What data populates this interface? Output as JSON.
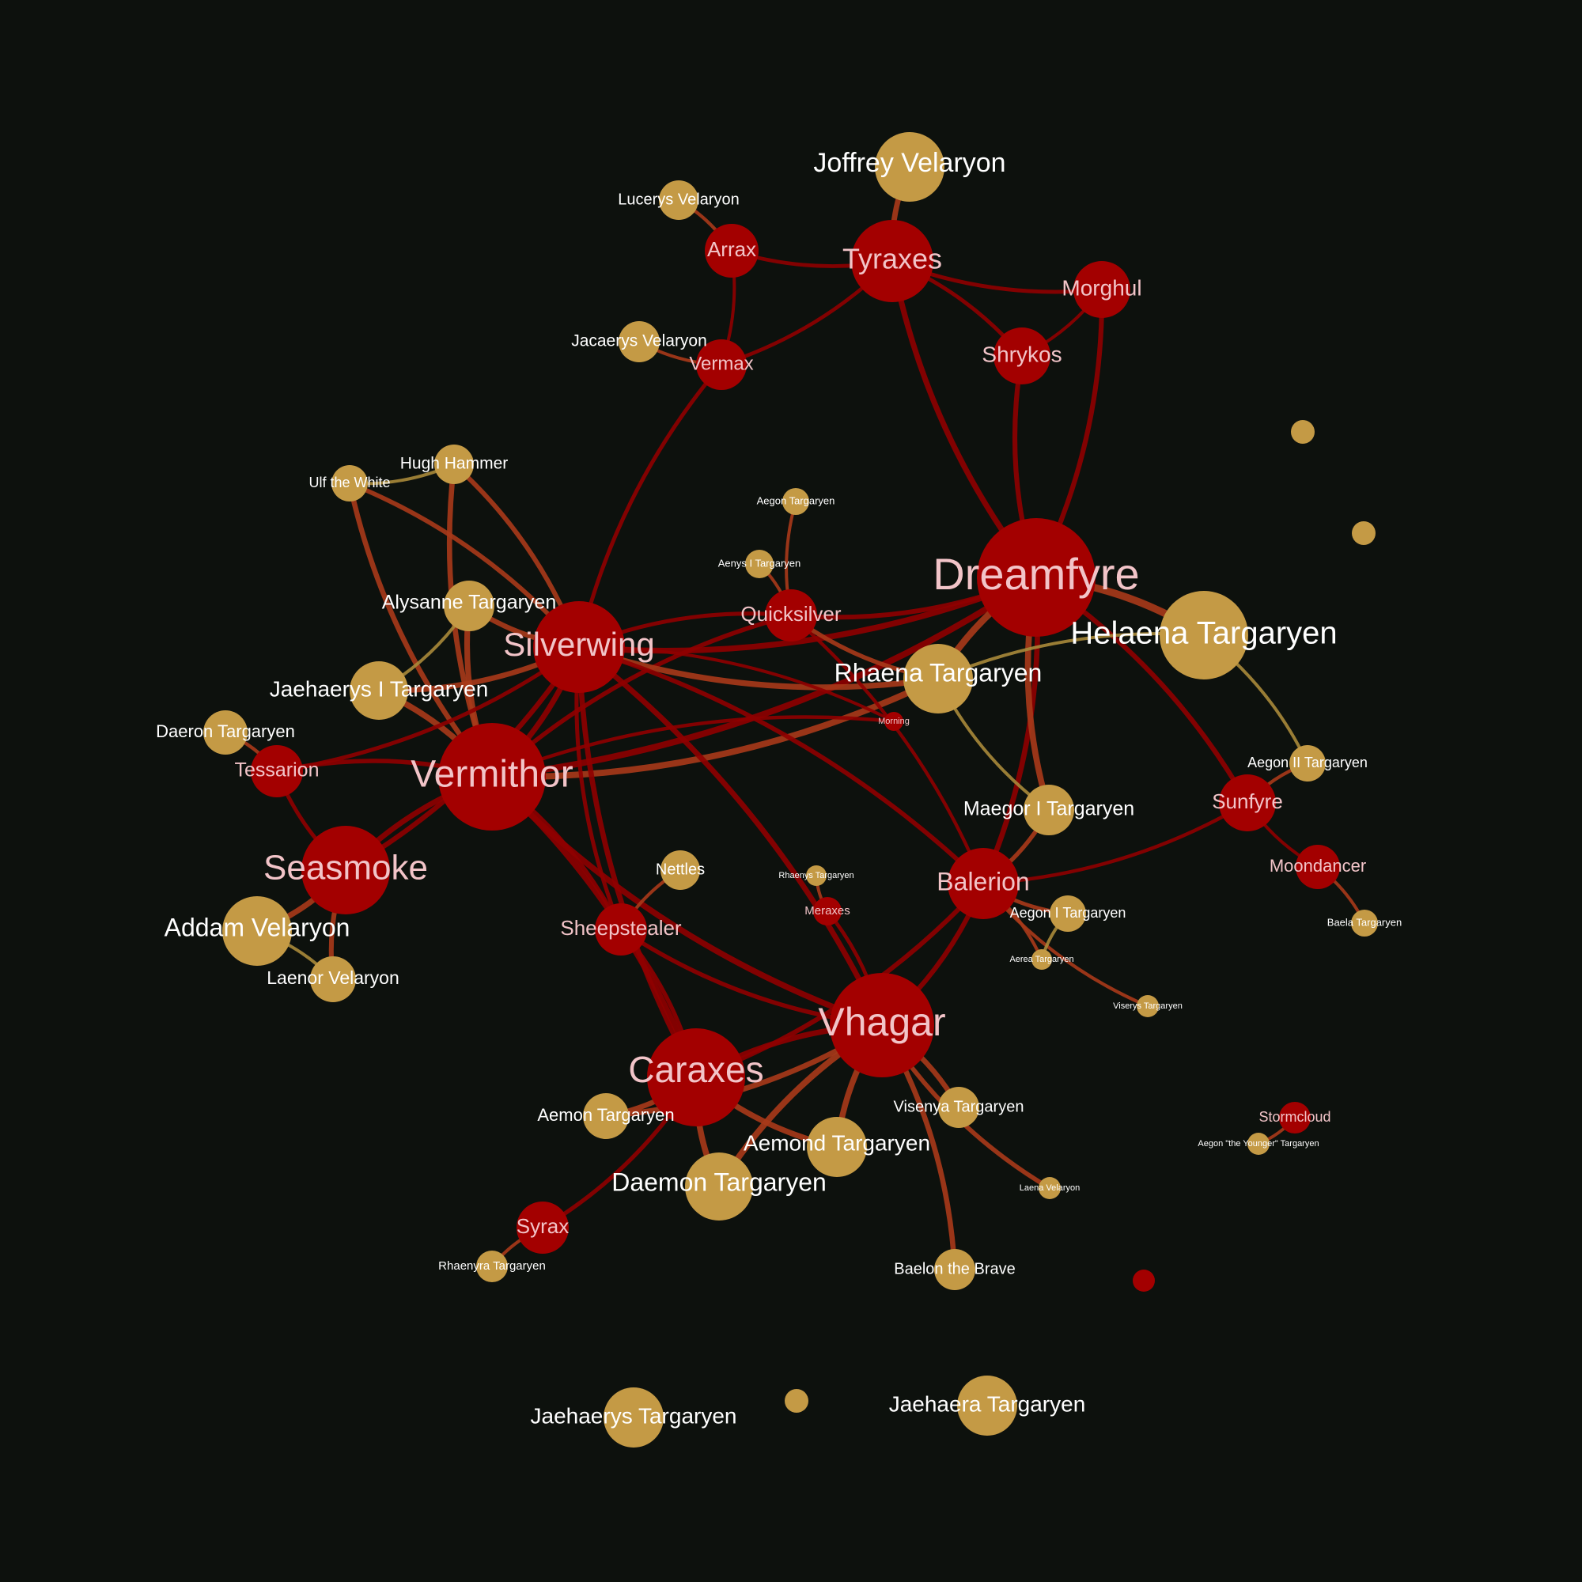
{
  "colors": {
    "background": "#0d110d",
    "dragon": "#a30000",
    "rider": "#c49a45",
    "edge_dragon_dragon": "#8f0000",
    "edge_dragon_rider": "#a83a1a",
    "edge_rider_rider": "#a88a3a",
    "label_dragon": "#f2c4c8",
    "label_rider": "#ffffff"
  },
  "nodes": [
    {
      "id": "dreamfyre",
      "label": "Dreamfyre",
      "type": "dragon"
    },
    {
      "id": "vermithor",
      "label": "Vermithor",
      "type": "dragon"
    },
    {
      "id": "vhagar",
      "label": "Vhagar",
      "type": "dragon"
    },
    {
      "id": "caraxes",
      "label": "Caraxes",
      "type": "dragon"
    },
    {
      "id": "seasmoke",
      "label": "Seasmoke",
      "type": "dragon"
    },
    {
      "id": "silverwing",
      "label": "Silverwing",
      "type": "dragon"
    },
    {
      "id": "tyraxes",
      "label": "Tyraxes",
      "type": "dragon"
    },
    {
      "id": "balerion",
      "label": "Balerion",
      "type": "dragon"
    },
    {
      "id": "quicksilver",
      "label": "Quicksilver",
      "type": "dragon"
    },
    {
      "id": "morghul",
      "label": "Morghul",
      "type": "dragon"
    },
    {
      "id": "shrykos",
      "label": "Shrykos",
      "type": "dragon"
    },
    {
      "id": "arrax",
      "label": "Arrax",
      "type": "dragon"
    },
    {
      "id": "vermax",
      "label": "Vermax",
      "type": "dragon"
    },
    {
      "id": "tessarion",
      "label": "Tessarion",
      "type": "dragon"
    },
    {
      "id": "sheepstealer",
      "label": "Sheepstealer",
      "type": "dragon"
    },
    {
      "id": "sunfyre",
      "label": "Sunfyre",
      "type": "dragon"
    },
    {
      "id": "moondancer",
      "label": "Moondancer",
      "type": "dragon"
    },
    {
      "id": "syrax",
      "label": "Syrax",
      "type": "dragon"
    },
    {
      "id": "meraxes",
      "label": "Meraxes",
      "type": "dragon"
    },
    {
      "id": "morning",
      "label": "Morning",
      "type": "dragon"
    },
    {
      "id": "stormcloud",
      "label": "Stormcloud",
      "type": "dragon"
    },
    {
      "id": "d_unlabeled",
      "label": "",
      "type": "dragon"
    },
    {
      "id": "helaena",
      "label": "Helaena Targaryen",
      "type": "rider"
    },
    {
      "id": "joffrey",
      "label": "Joffrey Velaryon",
      "type": "rider"
    },
    {
      "id": "lucerys",
      "label": "Lucerys Velaryon",
      "type": "rider"
    },
    {
      "id": "jacaerys",
      "label": "Jacaerys Velaryon",
      "type": "rider"
    },
    {
      "id": "hugh",
      "label": "Hugh Hammer",
      "type": "rider"
    },
    {
      "id": "ulf",
      "label": "Ulf the White",
      "type": "rider"
    },
    {
      "id": "alysanne",
      "label": "Alysanne Targaryen",
      "type": "rider"
    },
    {
      "id": "jaehaerys1",
      "label": "Jaehaerys I Targaryen",
      "type": "rider"
    },
    {
      "id": "daeron",
      "label": "Daeron Targaryen",
      "type": "rider"
    },
    {
      "id": "addam",
      "label": "Addam Velaryon",
      "type": "rider"
    },
    {
      "id": "laenor",
      "label": "Laenor Velaryon",
      "type": "rider"
    },
    {
      "id": "aegon_t",
      "label": "Aegon Targaryen",
      "type": "rider"
    },
    {
      "id": "aenys",
      "label": "Aenys I Targaryen",
      "type": "rider"
    },
    {
      "id": "rhaena",
      "label": "Rhaena Targaryen",
      "type": "rider"
    },
    {
      "id": "maegor",
      "label": "Maegor I Targaryen",
      "type": "rider"
    },
    {
      "id": "aegon2",
      "label": "Aegon II Targaryen",
      "type": "rider"
    },
    {
      "id": "baela",
      "label": "Baela Targaryen",
      "type": "rider"
    },
    {
      "id": "aegon1",
      "label": "Aegon I Targaryen",
      "type": "rider"
    },
    {
      "id": "aerea",
      "label": "Aerea Targaryen",
      "type": "rider"
    },
    {
      "id": "viserys",
      "label": "Viserys Targaryen",
      "type": "rider"
    },
    {
      "id": "nettles",
      "label": "Nettles",
      "type": "rider"
    },
    {
      "id": "rhaenys",
      "label": "Rhaenys Targaryen",
      "type": "rider"
    },
    {
      "id": "aemon",
      "label": "Aemon Targaryen",
      "type": "rider"
    },
    {
      "id": "aemond",
      "label": "Aemond Targaryen",
      "type": "rider"
    },
    {
      "id": "daemon",
      "label": "Daemon Targaryen",
      "type": "rider"
    },
    {
      "id": "visenya",
      "label": "Visenya Targaryen",
      "type": "rider"
    },
    {
      "id": "laena",
      "label": "Laena Velaryon",
      "type": "rider"
    },
    {
      "id": "baelon",
      "label": "Baelon the Brave",
      "type": "rider"
    },
    {
      "id": "rhaenyra",
      "label": "Rhaenyra Targaryen",
      "type": "rider"
    },
    {
      "id": "aegon_younger",
      "label": "Aegon \"the Younger\" Targaryen",
      "type": "rider"
    },
    {
      "id": "jaehaerys",
      "label": "Jaehaerys Targaryen",
      "type": "rider"
    },
    {
      "id": "jaehaera",
      "label": "Jaehaera Targaryen",
      "type": "rider"
    },
    {
      "id": "r_unlabeled_1",
      "label": "",
      "type": "rider"
    },
    {
      "id": "r_unlabeled_2",
      "label": "",
      "type": "rider"
    },
    {
      "id": "r_unlabeled_3",
      "label": "",
      "type": "rider"
    }
  ],
  "edges": [
    [
      "joffrey",
      "tyraxes"
    ],
    [
      "lucerys",
      "arrax"
    ],
    [
      "jacaerys",
      "vermax"
    ],
    [
      "arrax",
      "vermax"
    ],
    [
      "arrax",
      "tyraxes"
    ],
    [
      "tyraxes",
      "vermax"
    ],
    [
      "tyraxes",
      "morghul"
    ],
    [
      "tyraxes",
      "shrykos"
    ],
    [
      "tyraxes",
      "dreamfyre"
    ],
    [
      "morghul",
      "shrykos"
    ],
    [
      "shrykos",
      "dreamfyre"
    ],
    [
      "morghul",
      "dreamfyre"
    ],
    [
      "vermax",
      "silverwing"
    ],
    [
      "hugh",
      "ulf"
    ],
    [
      "hugh",
      "vermithor"
    ],
    [
      "hugh",
      "silverwing"
    ],
    [
      "ulf",
      "vermithor"
    ],
    [
      "ulf",
      "silverwing"
    ],
    [
      "alysanne",
      "silverwing"
    ],
    [
      "alysanne",
      "jaehaerys1"
    ],
    [
      "alysanne",
      "vermithor"
    ],
    [
      "jaehaerys1",
      "vermithor"
    ],
    [
      "jaehaerys1",
      "silverwing"
    ],
    [
      "daeron",
      "tessarion"
    ],
    [
      "tessarion",
      "seasmoke"
    ],
    [
      "tessarion",
      "vermithor"
    ],
    [
      "tessarion",
      "silverwing"
    ],
    [
      "seasmoke",
      "vermithor"
    ],
    [
      "seasmoke",
      "silverwing"
    ],
    [
      "seasmoke",
      "addam"
    ],
    [
      "seasmoke",
      "laenor"
    ],
    [
      "addam",
      "laenor"
    ],
    [
      "vermithor",
      "silverwing"
    ],
    [
      "vermithor",
      "caraxes"
    ],
    [
      "vermithor",
      "vhagar"
    ],
    [
      "vermithor",
      "sheepstealer"
    ],
    [
      "vermithor",
      "rhaena"
    ],
    [
      "vermithor",
      "morning"
    ],
    [
      "vermithor",
      "dreamfyre"
    ],
    [
      "vermithor",
      "quicksilver"
    ],
    [
      "silverwing",
      "dreamfyre"
    ],
    [
      "silverwing",
      "quicksilver"
    ],
    [
      "silverwing",
      "rhaena"
    ],
    [
      "silverwing",
      "morning"
    ],
    [
      "silverwing",
      "caraxes"
    ],
    [
      "silverwing",
      "vhagar"
    ],
    [
      "silverwing",
      "sheepstealer"
    ],
    [
      "silverwing",
      "balerion"
    ],
    [
      "aegon_t",
      "quicksilver"
    ],
    [
      "aenys",
      "quicksilver"
    ],
    [
      "quicksilver",
      "dreamfyre"
    ],
    [
      "quicksilver",
      "balerion"
    ],
    [
      "quicksilver",
      "rhaena"
    ],
    [
      "dreamfyre",
      "helaena"
    ],
    [
      "dreamfyre",
      "rhaena"
    ],
    [
      "dreamfyre",
      "balerion"
    ],
    [
      "dreamfyre",
      "maegor"
    ],
    [
      "dreamfyre",
      "sunfyre"
    ],
    [
      "helaena",
      "rhaena"
    ],
    [
      "helaena",
      "aegon2"
    ],
    [
      "rhaena",
      "maegor"
    ],
    [
      "maegor",
      "balerion"
    ],
    [
      "balerion",
      "sunfyre"
    ],
    [
      "balerion",
      "vhagar"
    ],
    [
      "balerion",
      "aegon1"
    ],
    [
      "balerion",
      "aerea"
    ],
    [
      "balerion",
      "viserys"
    ],
    [
      "balerion",
      "caraxes"
    ],
    [
      "aegon1",
      "aerea"
    ],
    [
      "sunfyre",
      "aegon2"
    ],
    [
      "sunfyre",
      "moondancer"
    ],
    [
      "moondancer",
      "baela"
    ],
    [
      "rhaenys",
      "meraxes"
    ],
    [
      "meraxes",
      "vhagar"
    ],
    [
      "nettles",
      "sheepstealer"
    ],
    [
      "sheepstealer",
      "caraxes"
    ],
    [
      "sheepstealer",
      "vhagar"
    ],
    [
      "caraxes",
      "vhagar"
    ],
    [
      "caraxes",
      "daemon"
    ],
    [
      "caraxes",
      "aemon"
    ],
    [
      "caraxes",
      "aemond"
    ],
    [
      "caraxes",
      "syrax"
    ],
    [
      "vhagar",
      "aemond"
    ],
    [
      "vhagar",
      "visenya"
    ],
    [
      "vhagar",
      "laena"
    ],
    [
      "vhagar",
      "baelon"
    ],
    [
      "vhagar",
      "daemon"
    ],
    [
      "vhagar",
      "aemon"
    ],
    [
      "syrax",
      "rhaenyra"
    ],
    [
      "stormcloud",
      "aegon_younger"
    ]
  ]
}
